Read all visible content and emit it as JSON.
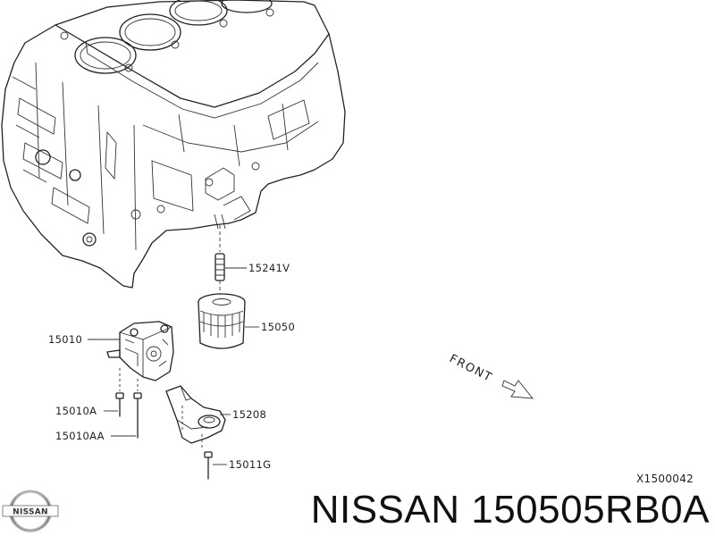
{
  "diagram": {
    "callouts": {
      "p15241V": "15241V",
      "p15050": "15050",
      "p15010": "15010",
      "p15010A": "15010A",
      "p15010AA": "15010AA",
      "p15208": "15208",
      "p15011G": "15011G"
    },
    "direction_label": "FRONT",
    "figure_code": "X1500042"
  },
  "brand": {
    "logo_text": "NISSAN",
    "caption": "NISSAN 150505RB0A"
  }
}
